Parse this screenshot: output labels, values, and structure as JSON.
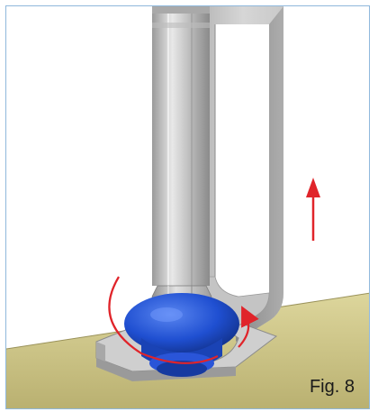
{
  "figure": {
    "label": "Fig. 8",
    "colors": {
      "background": "#ffffff",
      "frame_border": "#8fb8dc",
      "floor": "#c8c083",
      "metal_light": "#d9d9d9",
      "metal_dark": "#8c8c8c",
      "foot_blue": "#1f4fd1",
      "arrow_red": "#e0242a"
    },
    "parts": [
      "hex-shaft",
      "bracket",
      "rubber-foot",
      "base-plate",
      "rotation-arrow",
      "lift-arrow"
    ]
  }
}
